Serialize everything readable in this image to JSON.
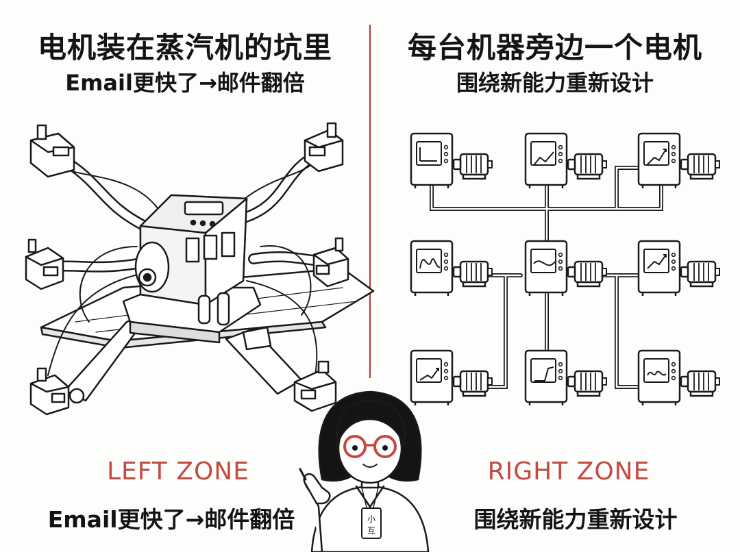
{
  "left": {
    "title": "电机装在蒸汽机的坑里",
    "subtitle": "Email更快了→邮件翻倍",
    "zone_label": "LEFT ZONE",
    "caption": "Email更快了→邮件翻倍"
  },
  "right": {
    "title": "每台机器旁边一个电机",
    "subtitle": "围绕新能力重新设计",
    "zone_label": "RIGHT ZONE",
    "caption": "围绕新能力重新设计"
  },
  "character": {
    "badge_top": "小",
    "badge_bottom": "互"
  },
  "colors": {
    "divider": "#b3413a",
    "zone_label": "#c24a43",
    "ink": "#141414",
    "glasses": "#c8463d"
  }
}
